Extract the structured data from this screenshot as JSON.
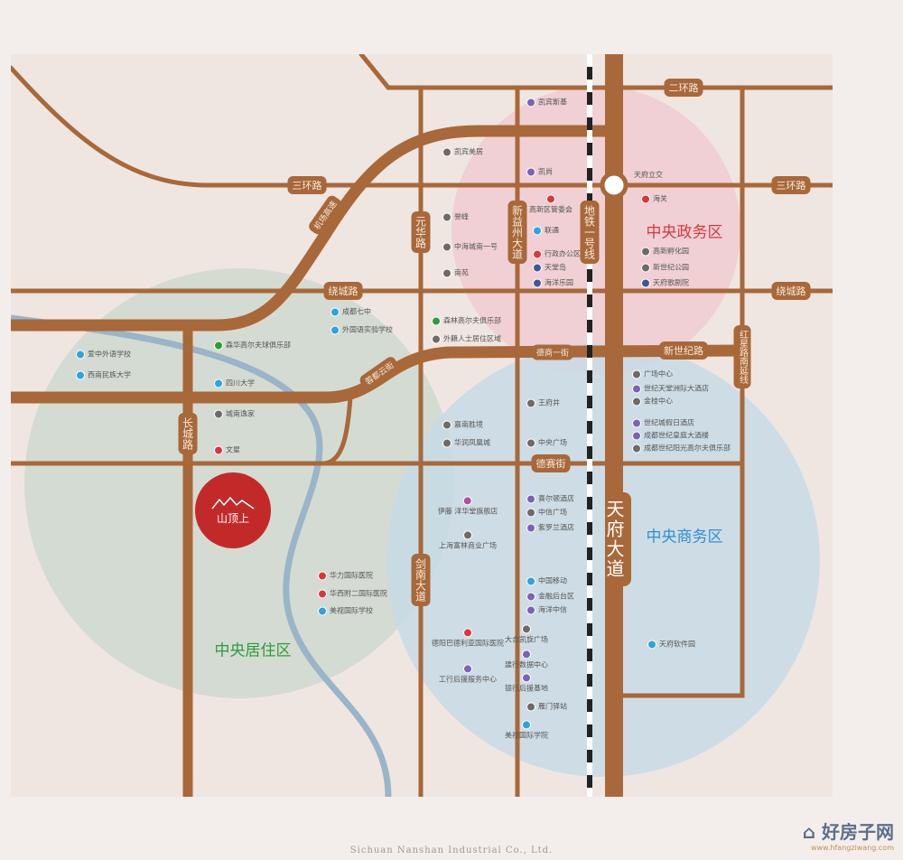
{
  "roads": {
    "erhuan": "二环路",
    "sanhuan_w": "三环路",
    "sanhuan_e": "三环路",
    "raocheng_w": "绕城路",
    "raocheng_e": "绕城路",
    "jichang": "机场高速",
    "yuanhua": "元华路",
    "yizhou": "新益州大道",
    "metro": "地铁一号线",
    "xinshiji": "新世纪路",
    "hongxing": "红星路南延线",
    "changcheng": "长城路",
    "jiannan": "剑南大道",
    "desai": "德赛街",
    "deshang": "德商一街",
    "rongdu": "蓉都云街",
    "tianfu": "天府大道",
    "interchange": "天府立交"
  },
  "zones": {
    "gov": "中央政务区",
    "cbd": "中央商务区",
    "res": "中央居住区"
  },
  "colors": {
    "road": "#a8683a",
    "zone_gov": "#d9363e",
    "zone_cbd": "#2f8fd0",
    "zone_res": "#2e9a3c",
    "logo": "#c22a2a"
  },
  "logo": {
    "text": "山顶上"
  },
  "pois": [
    {
      "label": "凯宾斯基",
      "kind": "purple"
    },
    {
      "label": "凯宾美居",
      "kind": "gray"
    },
    {
      "label": "凯尚",
      "kind": "purple"
    },
    {
      "label": "高新区管委会",
      "kind": "red"
    },
    {
      "label": "联通",
      "kind": "blue"
    },
    {
      "label": "行政办公区",
      "kind": "red"
    },
    {
      "label": "天堂岛",
      "kind": "navy"
    },
    {
      "label": "海洋乐园",
      "kind": "navy"
    },
    {
      "label": "誉峰",
      "kind": "gray"
    },
    {
      "label": "中海城南一号",
      "kind": "gray"
    },
    {
      "label": "南苑",
      "kind": "gray"
    },
    {
      "label": "海关",
      "kind": "red"
    },
    {
      "label": "高新孵化园",
      "kind": "gray"
    },
    {
      "label": "新世纪公园",
      "kind": "gray"
    },
    {
      "label": "天府歌剧院",
      "kind": "navy"
    },
    {
      "label": "成都七中",
      "kind": "blue"
    },
    {
      "label": "外国语实验学校",
      "kind": "blue"
    },
    {
      "label": "森林高尔夫俱乐部",
      "kind": "green"
    },
    {
      "label": "外籍人士居住区域",
      "kind": "gray"
    },
    {
      "label": "爱中外语学校",
      "kind": "blue"
    },
    {
      "label": "西南民族大学",
      "kind": "blue"
    },
    {
      "label": "森华高尔夫球俱乐部",
      "kind": "green"
    },
    {
      "label": "四川大学",
      "kind": "blue"
    },
    {
      "label": "城南逸家",
      "kind": "gray"
    },
    {
      "label": "文星",
      "kind": "red"
    },
    {
      "label": "嘉南胜境",
      "kind": "gray"
    },
    {
      "label": "华润凤凰城",
      "kind": "gray"
    },
    {
      "label": "王府井",
      "kind": "gray"
    },
    {
      "label": "中央广场",
      "kind": "gray"
    },
    {
      "label": "广场中心",
      "kind": "gray"
    },
    {
      "label": "世纪天堂洲际大酒店",
      "kind": "purple"
    },
    {
      "label": "金桂中心",
      "kind": "gray"
    },
    {
      "label": "世纪城假日酒店",
      "kind": "purple"
    },
    {
      "label": "成都世纪皇庭大酒楼",
      "kind": "purple"
    },
    {
      "label": "成都世纪阳光高尔夫俱乐部",
      "kind": "gray"
    },
    {
      "label": "伊藤 洋华堂旗舰店",
      "kind": "magenta"
    },
    {
      "label": "上海富林商业广场",
      "kind": "gray"
    },
    {
      "label": "喜尔顿酒店",
      "kind": "purple"
    },
    {
      "label": "中信广场",
      "kind": "gray"
    },
    {
      "label": "紫罗兰酒店",
      "kind": "purple"
    },
    {
      "label": "中国移动",
      "kind": "blue"
    },
    {
      "label": "金融后台区",
      "kind": "purple"
    },
    {
      "label": "海洋中信",
      "kind": "purple"
    },
    {
      "label": "大合凯旋广场",
      "kind": "gray"
    },
    {
      "label": "建行数据中心",
      "kind": "purple"
    },
    {
      "label": "银行后援基地",
      "kind": "purple"
    },
    {
      "label": "雁门驿站",
      "kind": "gray"
    },
    {
      "label": "美视国际学院",
      "kind": "blue"
    },
    {
      "label": "华力国际医院",
      "kind": "red"
    },
    {
      "label": "华西附二国际医院",
      "kind": "red"
    },
    {
      "label": "美视国际学校",
      "kind": "blue"
    },
    {
      "label": "德阳巴德利亚国际医院",
      "kind": "red"
    },
    {
      "label": "工行后援服务中心",
      "kind": "purple"
    },
    {
      "label": "天府软件园",
      "kind": "blue"
    }
  ],
  "footer": {
    "company": "Sichuan Nanshan Industrial Co., Ltd.",
    "watermark": "好房子网",
    "watermark_url": "www.hfangziwang.com"
  }
}
